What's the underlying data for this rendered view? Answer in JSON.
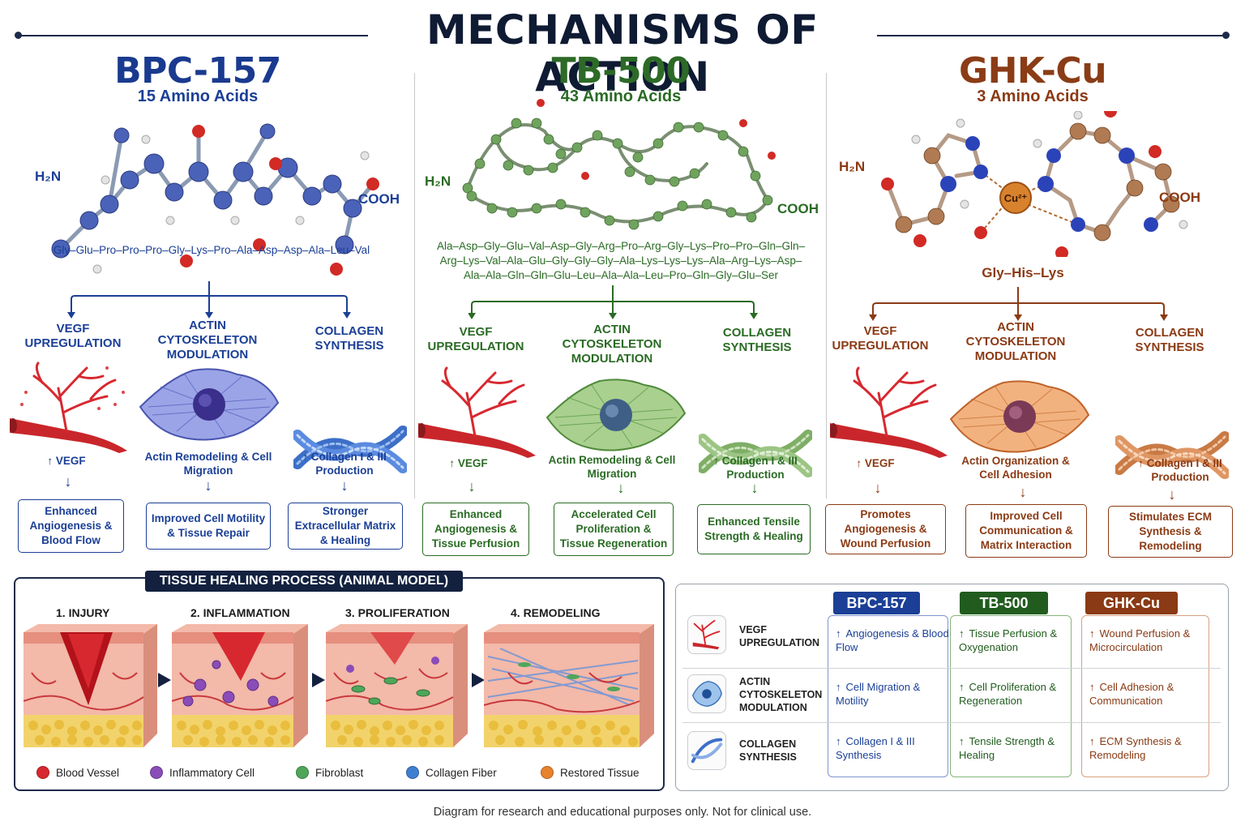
{
  "title": "MECHANISMS OF ACTION",
  "mech_titles": {
    "vegf": [
      "VEGF",
      "UPREGULATION"
    ],
    "actin": [
      "ACTIN",
      "CYTOSKELETON",
      "MODULATION"
    ],
    "collagen": [
      "COLLAGEN",
      "SYNTHESIS"
    ]
  },
  "peptides": [
    {
      "name": "BPC-157",
      "subtitle": "15 Amino Acids",
      "nterm": "H₂N",
      "cterm": "COOH",
      "sequence": [
        "Gly–Glu–Pro–Pro–Pro–Gly–Lys–Pro–Ala–Asp–Asp–Ala–Leu–Val"
      ],
      "effects": [
        "↑ VEGF",
        "Actin Remodeling & Cell Migration",
        "↑ Collagen I & III Production"
      ],
      "outcomes": [
        "Enhanced Angiogenesis & Blood Flow",
        "Improved Cell Motility & Tissue Repair",
        "Stronger Extracellular Matrix & Healing"
      ]
    },
    {
      "name": "TB-500",
      "subtitle": "43 Amino Acids",
      "nterm": "H₂N",
      "cterm": "COOH",
      "sequence": [
        "Ala–Asp–Gly–Glu–Val–Asp–Gly–Arg–Pro–Arg–Gly–Lys–Pro–Pro–Gln–Gln–",
        "Arg–Lys–Val–Ala–Glu–Gly–Gly–Gly–Ala–Lys–Lys–Lys–Ala–Arg–Lys–Asp–",
        "Ala–Ala–Gln–Gln–Glu–Leu–Ala–Ala–Leu–Pro–Gln–Gly–Glu–Ser"
      ],
      "effects": [
        "↑ VEGF",
        "Actin Remodeling & Cell Migration",
        "↑ Collagen I & III Production"
      ],
      "outcomes": [
        "Enhanced Angiogenesis & Tissue Perfusion",
        "Accelerated Cell Proliferation & Tissue Regeneration",
        "Enhanced Tensile Strength & Healing"
      ]
    },
    {
      "name": "GHK-Cu",
      "subtitle": "3 Amino Acids",
      "nterm": "H₂N",
      "cterm": "COOH",
      "metal": "Cu²⁺",
      "sequence": [
        "Gly–His–Lys"
      ],
      "effects": [
        "↑ VEGF",
        "Actin Organization & Cell Adhesion",
        "↑ Collagen I & III Production"
      ],
      "outcomes": [
        "Promotes Angiogenesis & Wound Perfusion",
        "Improved Cell Communication & Matrix Interaction",
        "Stimulates ECM Synthesis & Remodeling"
      ]
    }
  ],
  "healing": {
    "title": "TISSUE HEALING PROCESS (ANIMAL MODEL)",
    "stages": [
      "1. INJURY",
      "2. INFLAMMATION",
      "3. PROLIFERATION",
      "4. REMODELING"
    ],
    "legend": [
      {
        "label": "Blood Vessel",
        "color": "#d7282f"
      },
      {
        "label": "Inflammatory Cell",
        "color": "#8a4cb8"
      },
      {
        "label": "Fibroblast",
        "color": "#4fa65a"
      },
      {
        "label": "Collagen Fiber",
        "color": "#3f7fd1"
      },
      {
        "label": "Restored Tissue",
        "color": "#e8822d"
      }
    ]
  },
  "comparison": {
    "headers": [
      "BPC-157",
      "TB-500",
      "GHK-Cu"
    ],
    "header_colors": [
      "#1b3f96",
      "#215c1e",
      "#8a3a14"
    ],
    "rows": [
      {
        "name": [
          "VEGF",
          "UPREGULATION"
        ],
        "icon": "blood-vessel-icon",
        "cells": [
          "Angiogenesis & Blood Flow",
          "Tissue Perfusion & Oxygenation",
          "Wound Perfusion & Microcirculation"
        ]
      },
      {
        "name": [
          "ACTIN",
          "CYTOSKELETON",
          "MODULATION"
        ],
        "icon": "cell-icon",
        "cells": [
          "Cell Migration & Motility",
          "Cell Proliferation & Regeneration",
          "Cell Adhesion & Communication"
        ]
      },
      {
        "name": [
          "COLLAGEN",
          "SYNTHESIS"
        ],
        "icon": "collagen-helix-icon",
        "cells": [
          "Collagen I & III Synthesis",
          "Tensile Strength & Healing",
          "ECM Synthesis & Remodeling"
        ]
      }
    ],
    "arrow": "↑"
  },
  "footer": "Diagram for research and educational purposes only. Not for clinical use."
}
